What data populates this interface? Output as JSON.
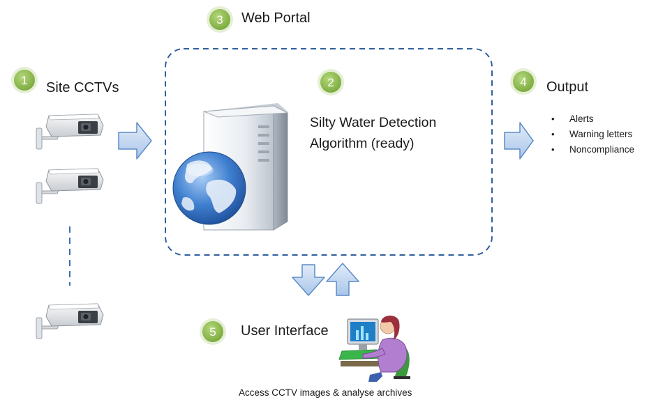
{
  "steps": {
    "site_cctvs": {
      "number": "1",
      "label": "Site CCTVs"
    },
    "algorithm": {
      "number": "2",
      "line1": "Silty Water  Detection",
      "line2": "Algorithm (ready)"
    },
    "web_portal": {
      "number": "3",
      "label": "Web Portal"
    },
    "output": {
      "number": "4",
      "label": "Output",
      "items": [
        "Alerts",
        "Warning letters",
        "Noncompliance"
      ]
    },
    "user_interface": {
      "number": "5",
      "label": "User Interface",
      "caption": "Access  CCTV images & analyse archives"
    }
  },
  "colors": {
    "badge_green": "#8dbb4f",
    "badge_green_dark": "#6f9a35",
    "dashed_border": "#2f5f9e",
    "arrow_fill": "#c6d9f1",
    "arrow_stroke": "#5b8cc8",
    "server_body": "#e9edf2",
    "globe_blue": "#3d78c7"
  },
  "icons": [
    "cctv-camera-icon",
    "server-icon",
    "globe-icon",
    "user-computer-icon",
    "arrow-right-icon",
    "arrow-down-icon",
    "arrow-up-icon"
  ]
}
